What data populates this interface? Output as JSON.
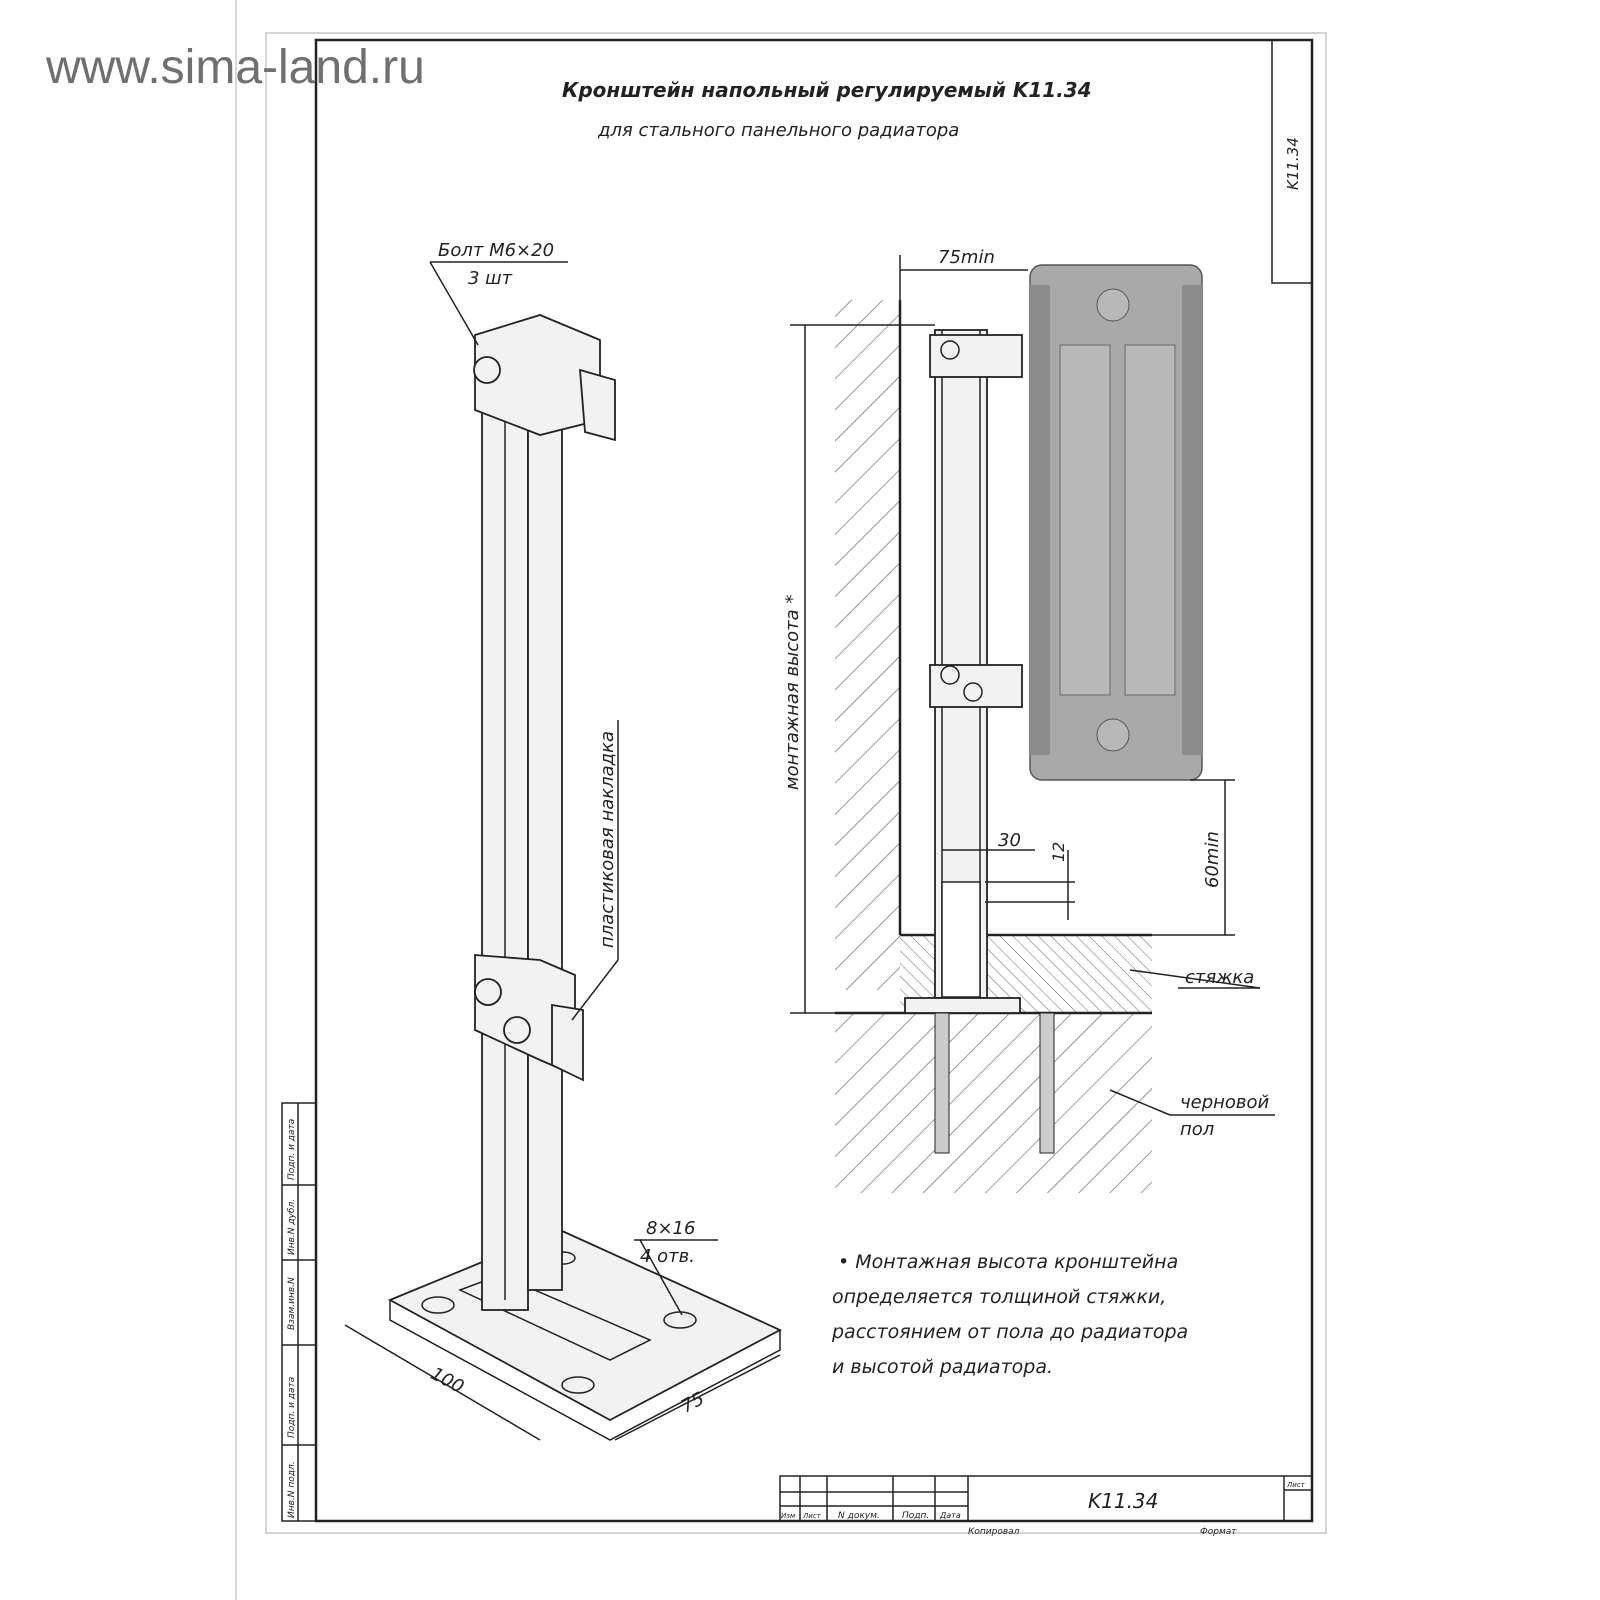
{
  "watermark": "www.sima-land.ru",
  "title": "Кронштейн напольный регулируемый K11.34",
  "subtitle": "для стального панельного радиатора",
  "corner_code": "K11.34",
  "left_view": {
    "bolt_label": "Болт М6×20",
    "bolt_qty": "3 шт",
    "pad_label": "пластиковая накладка",
    "hole_size": "8×16",
    "hole_count": "4 отв.",
    "dim_length": "100",
    "dim_width": "75"
  },
  "right_view": {
    "dim_wall": "75min",
    "dim_height": "монтажная высота *",
    "dim_tube": "30",
    "dim_insert": "12",
    "dim_floor": "60min",
    "screed_label": "стяжка",
    "subfloor_label_1": "черновой",
    "subfloor_label_2": "пол"
  },
  "note": [
    "• Монтажная высота кронштейна",
    "определяется толщиной стяжки,",
    "расстоянием от пола до радиатора",
    "и высотой радиатора."
  ],
  "title_block": {
    "code": "K11.34",
    "cols": [
      "Изм",
      "Лист",
      "N докум.",
      "Подп.",
      "Дата"
    ],
    "sheet": "Лист",
    "copied": "Копировал",
    "format": "Формат"
  },
  "side_stamps": [
    "Инв.N подл.",
    "Подп. и дата",
    "Взам.инв.N",
    "Инв.N дубл.",
    "Подп. и дата"
  ]
}
